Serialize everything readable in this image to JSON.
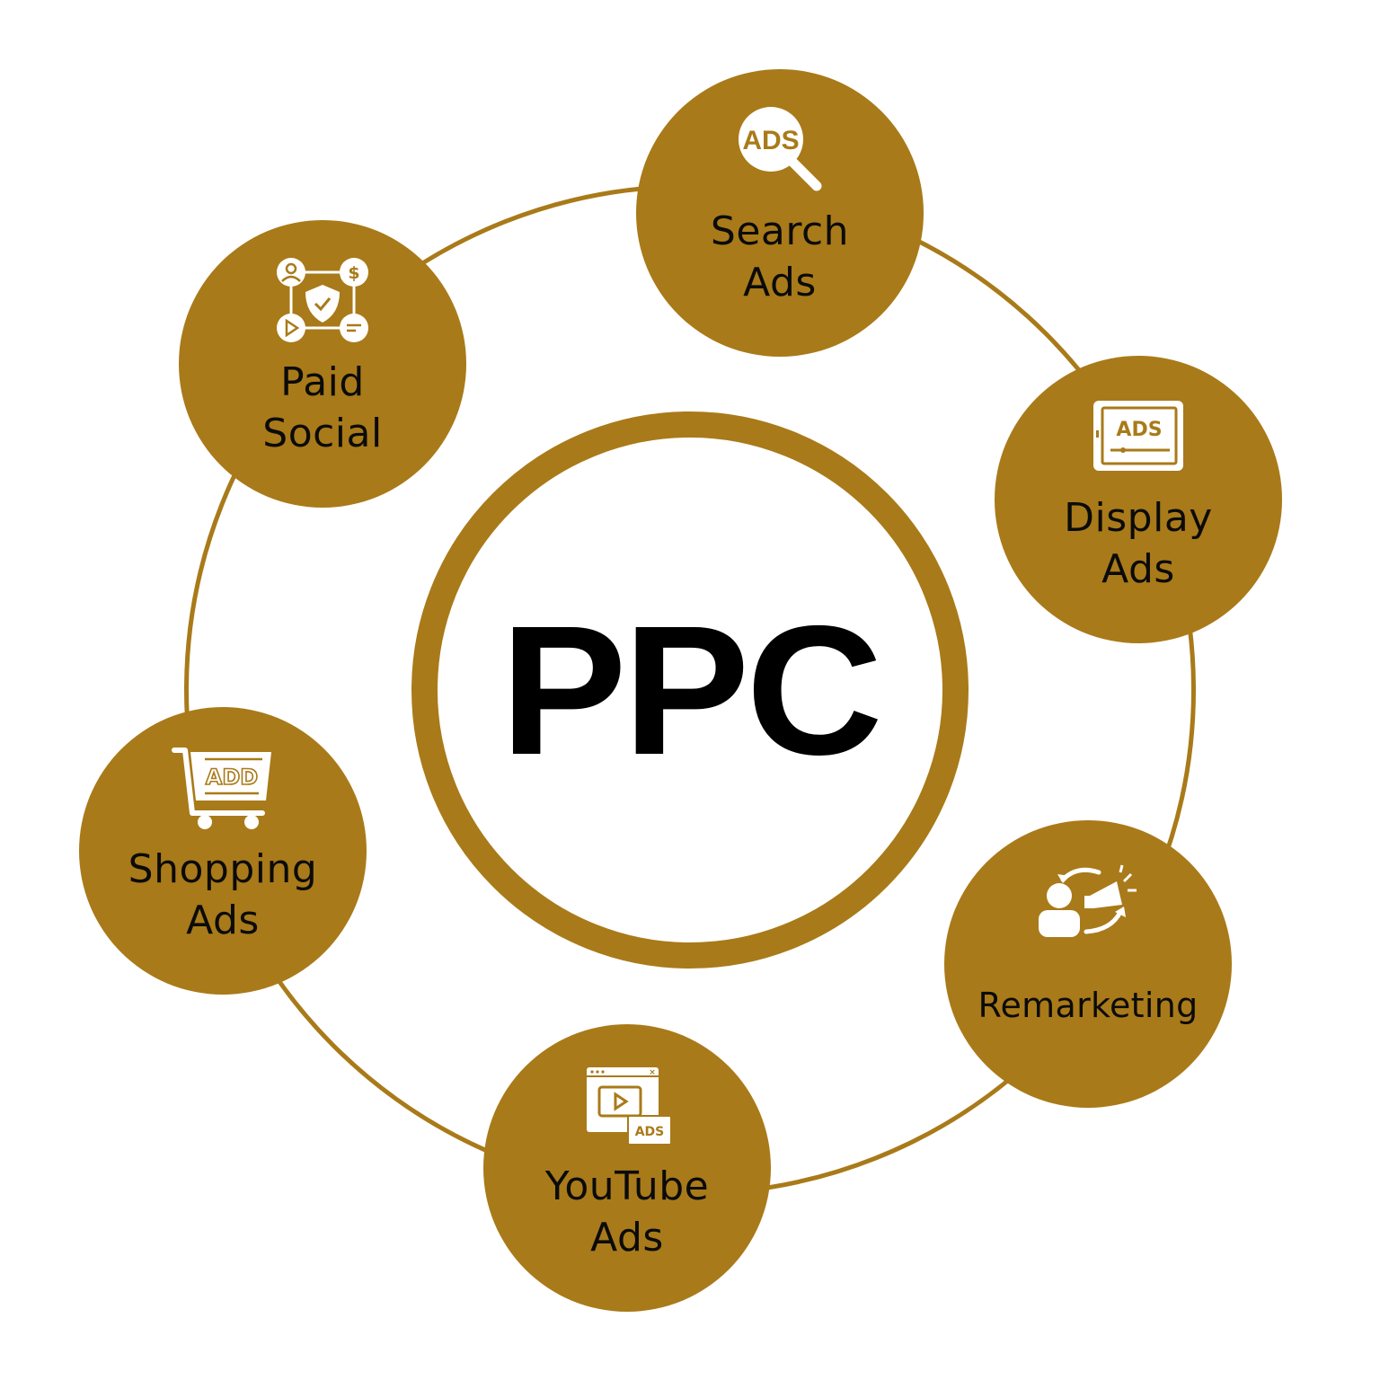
{
  "diagram": {
    "title": "PPC",
    "colors": {
      "accent": "#A97A19",
      "background": "#FFFFFF",
      "text": "#000000",
      "icon": "#FFFFFF"
    },
    "center": {
      "label": "PPC"
    },
    "nodes": [
      {
        "id": "search-ads",
        "line1": "Search",
        "line2": "Ads",
        "icon": "magnifier-ads-icon",
        "icon_text": "ADS"
      },
      {
        "id": "display-ads",
        "line1": "Display",
        "line2": "Ads",
        "icon": "display-screen-ads-icon",
        "icon_text": "ADS"
      },
      {
        "id": "remarketing",
        "line1": "Remarketing",
        "line2": "",
        "icon": "person-megaphone-cycle-icon"
      },
      {
        "id": "youtube-ads",
        "line1": "YouTube",
        "line2": "Ads",
        "icon": "video-browser-ads-icon",
        "icon_text": "ADS"
      },
      {
        "id": "shopping-ads",
        "line1": "Shopping",
        "line2": "Ads",
        "icon": "shopping-cart-add-icon",
        "icon_text": "ADD"
      },
      {
        "id": "paid-social",
        "line1": "Paid",
        "line2": "Social",
        "icon": "social-network-shield-icon"
      }
    ]
  }
}
